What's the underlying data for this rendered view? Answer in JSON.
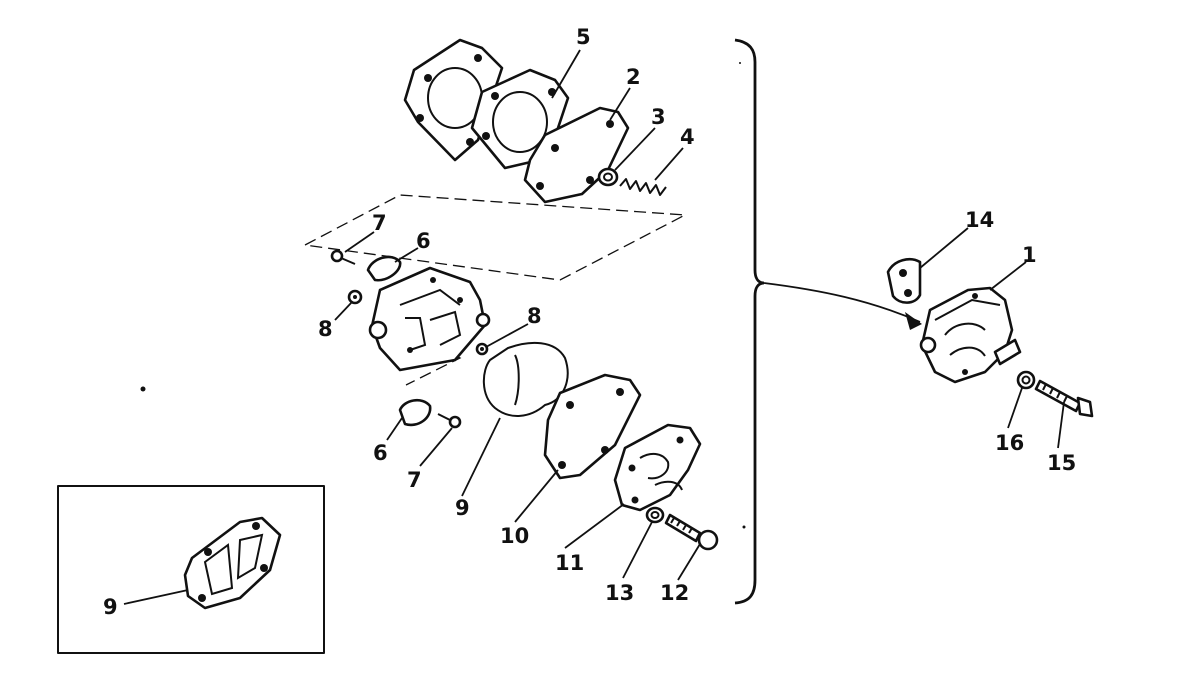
{
  "diagram": {
    "callouts": {
      "c1": "1",
      "c2": "2",
      "c3": "3",
      "c4": "4",
      "c5": "5",
      "c6a": "6",
      "c6b": "6",
      "c7a": "7",
      "c7b": "7",
      "c8a": "8",
      "c8b": "8",
      "c9a": "9",
      "c9b": "9",
      "c10": "10",
      "c11": "11",
      "c12": "12",
      "c13": "13",
      "c14": "14",
      "c15": "15",
      "c16": "16"
    }
  }
}
